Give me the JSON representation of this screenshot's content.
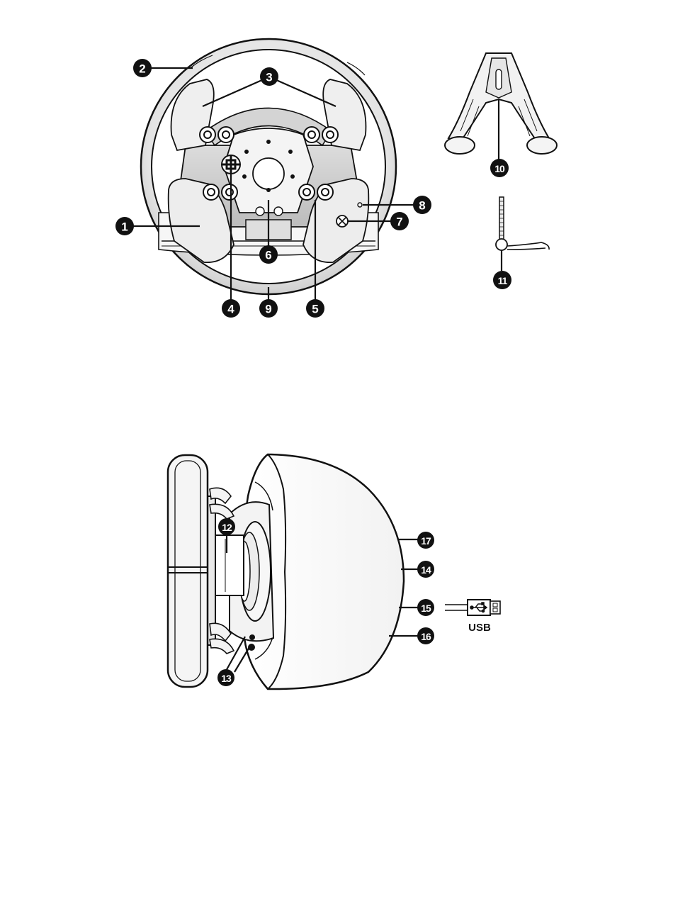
{
  "figure": {
    "callouts": [
      "1",
      "2",
      "3",
      "4",
      "5",
      "6",
      "7",
      "8",
      "9",
      "10",
      "11",
      "12",
      "13",
      "14",
      "15",
      "16",
      "17"
    ],
    "usb_label": "USB"
  },
  "icons": {
    "xbox_button": "xbox-button-icon",
    "usb_plug": "usb-plug-icon",
    "usb_symbol": "usb-symbol-icon"
  },
  "colors": {
    "ink": "#111111",
    "rim": "#e8e8e8",
    "hub": "#cfcfcf"
  }
}
